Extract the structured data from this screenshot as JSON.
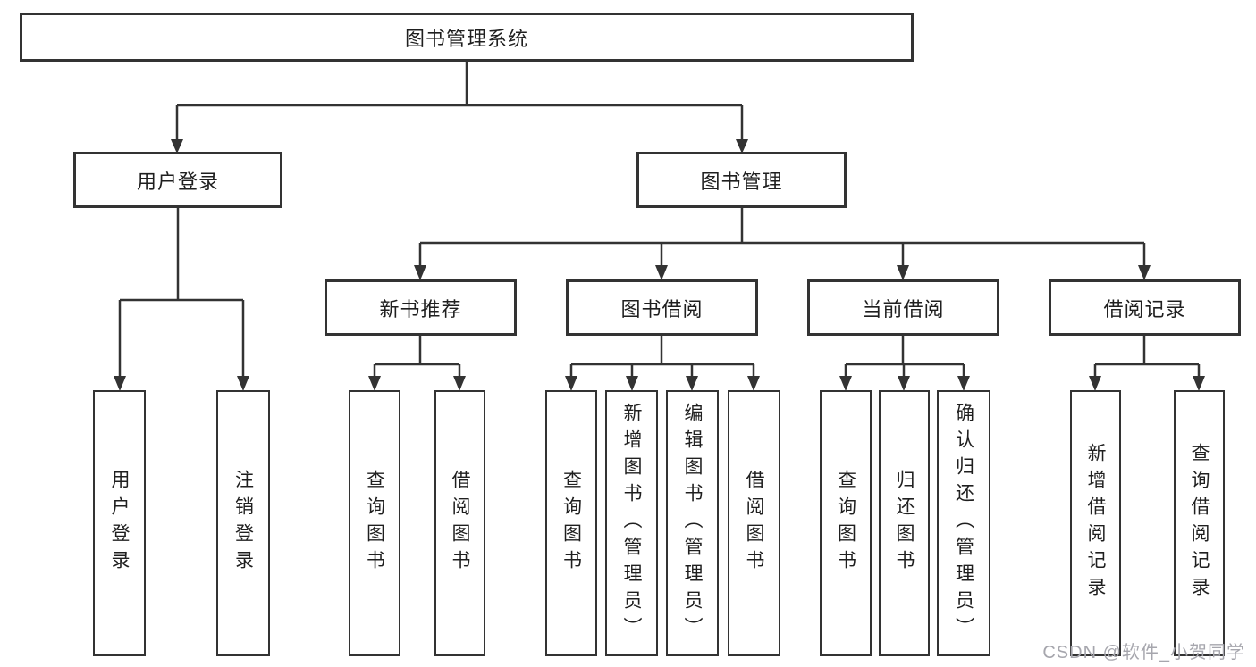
{
  "diagram": {
    "root": {
      "label": "图书管理系统"
    },
    "branches": [
      {
        "label": "用户登录",
        "children": [
          {
            "label": "用户登录"
          },
          {
            "label": "注销登录"
          }
        ]
      },
      {
        "label": "图书管理",
        "children": [
          {
            "label": "新书推荐",
            "children": [
              {
                "label": "查询图书"
              },
              {
                "label": "借阅图书"
              }
            ]
          },
          {
            "label": "图书借阅",
            "children": [
              {
                "label": "查询图书"
              },
              {
                "label": "新增图书（管理员）"
              },
              {
                "label": "编辑图书（管理员）"
              },
              {
                "label": "借阅图书"
              }
            ]
          },
          {
            "label": "当前借阅",
            "children": [
              {
                "label": "查询图书"
              },
              {
                "label": "归还图书"
              },
              {
                "label": "确认归还（管理员）"
              }
            ]
          },
          {
            "label": "借阅记录",
            "children": [
              {
                "label": "新增借阅记录"
              },
              {
                "label": "查询借阅记录"
              }
            ]
          }
        ]
      }
    ]
  },
  "watermark": {
    "text": "CSDN @软件_小贺同学"
  },
  "colors": {
    "line": "#333333",
    "text": "#1f1f1f",
    "watermark": "#a6a6ad",
    "bg": "#ffffff"
  }
}
